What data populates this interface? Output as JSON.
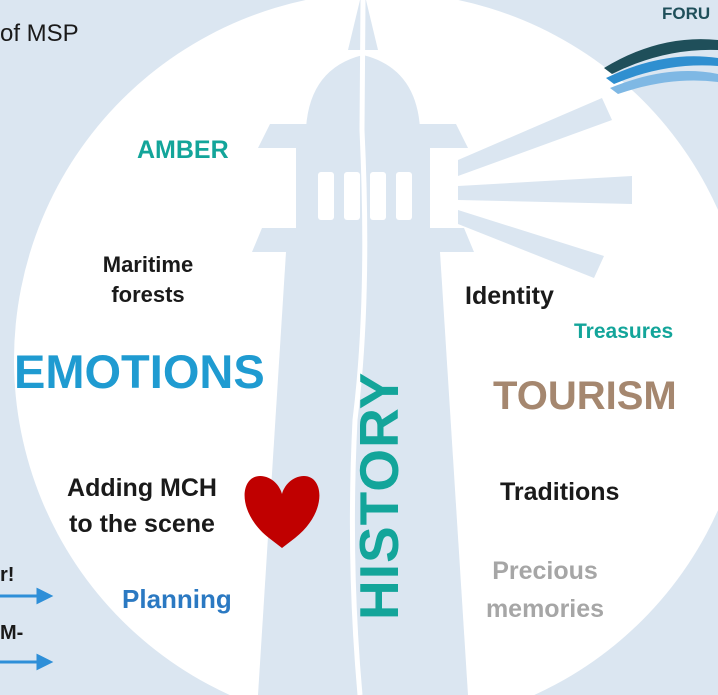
{
  "header": {
    "left_text": "of MSP",
    "brand_text": "FORU"
  },
  "words": {
    "amber": "AMBER",
    "maritime_forests_line1": "Maritime",
    "maritime_forests_line2": "forests",
    "emotions": "EMOTIONS",
    "history": "HISTORY",
    "identity": "Identity",
    "treasures": "Treasures",
    "tourism": "TOURISM",
    "adding_mch_line1": "Adding MCH",
    "adding_mch_line2": "to the scene",
    "traditions": "Traditions",
    "planning": "Planning",
    "precious_memories_line1": "Precious",
    "precious_memories_line2": "memories"
  },
  "left_fragments": {
    "exclaim": "r!",
    "m_dash": "M-"
  },
  "colors": {
    "background": "#dbe6f1",
    "circle": "#ffffff",
    "lighthouse": "#dbe6f1",
    "teal": "#13a59a",
    "blue": "#1f9bd1",
    "dark_blue": "#2b79c2",
    "tan": "#a5876f",
    "grey": "#a6a6a6",
    "black": "#1a1a1a",
    "heart": "#c00000",
    "arrow": "#2e8fd8"
  },
  "icons": {
    "heart": "heart-icon",
    "lighthouse": "lighthouse-icon",
    "logo": "forum-wave-logo"
  }
}
